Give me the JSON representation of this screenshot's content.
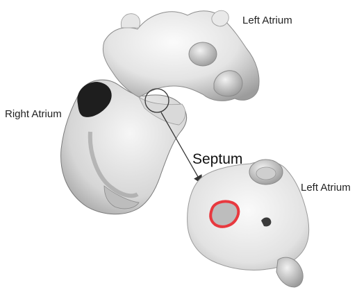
{
  "labels": {
    "left_atrium_top": "Left Atrium",
    "right_atrium": "Right Atrium",
    "septum": "Septum",
    "left_atrium_bottom": "Left Atrium"
  },
  "colors": {
    "background": "#ffffff",
    "tissue_light": "#f4f4f4",
    "tissue_mid": "#c8c8c8",
    "tissue_dark": "#6a6a6a",
    "cavity": "#1e1e1e",
    "septum_marker": "#e8393f",
    "arrow": "#333333"
  }
}
